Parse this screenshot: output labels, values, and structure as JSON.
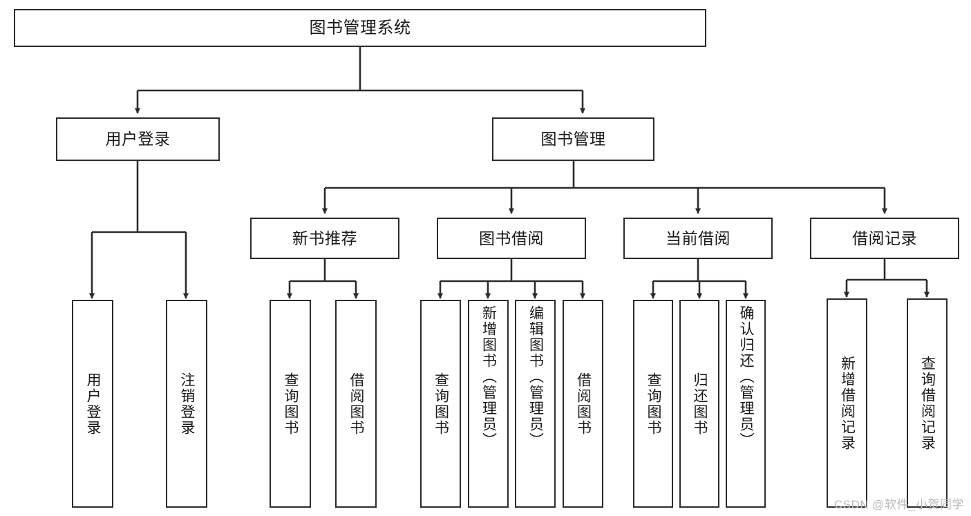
{
  "diagram": {
    "title": "图书管理系统",
    "type": "functional-structure-tree",
    "watermark": "CSDN @软件_小贺同学",
    "colors": {
      "stroke": "#2b2b2b",
      "fill": "#ffffff",
      "text": "#1a1a1a",
      "watermark": "#b9b9b9"
    },
    "nodes": {
      "root": {
        "label": "图书管理系统"
      },
      "level2": [
        {
          "label": "用户登录"
        },
        {
          "label": "图书管理"
        }
      ],
      "level3": [
        {
          "label": "新书推荐"
        },
        {
          "label": "图书借阅"
        },
        {
          "label": "当前借阅"
        },
        {
          "label": "借阅记录"
        }
      ],
      "leaves": {
        "user_login": [
          {
            "label": "用户登录"
          },
          {
            "label": "注销登录"
          }
        ],
        "new_book_recommend": [
          {
            "label": "查询图书"
          },
          {
            "label": "借阅图书"
          }
        ],
        "book_borrow": [
          {
            "label": "查询图书"
          },
          {
            "label": "新增图书（管理员）"
          },
          {
            "label": "编辑图书（管理员）"
          },
          {
            "label": "借阅图书"
          }
        ],
        "current_borrow": [
          {
            "label": "查询图书"
          },
          {
            "label": "归还图书"
          },
          {
            "label": "确认归还（管理员）"
          }
        ],
        "borrow_record": [
          {
            "label": "新增借阅记录"
          },
          {
            "label": "查询借阅记录"
          }
        ]
      }
    }
  }
}
